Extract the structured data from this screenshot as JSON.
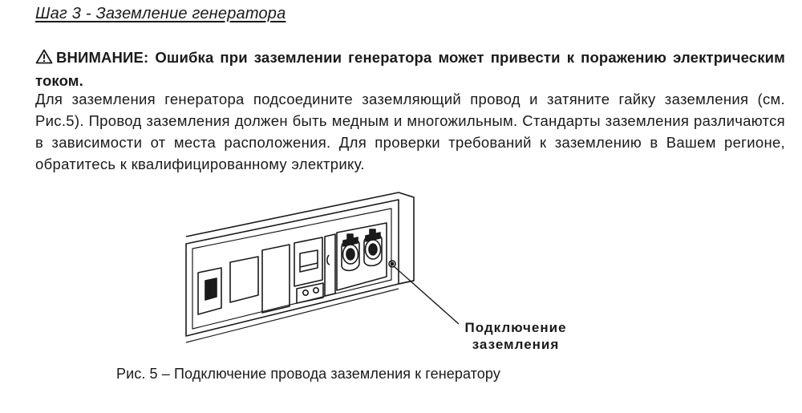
{
  "section": {
    "step_title": "Шаг 3 - Заземление генератора"
  },
  "warning": {
    "icon": "warning-triangle-icon",
    "text": "ВНИМАНИЕ: Ошибка при заземлении генератора может привести к поражению электрическим током."
  },
  "body": {
    "paragraph": "Для заземления генератора подсоедините  заземляющий провод и затяните гайку заземления (см. Рис.5). Провод заземления должен быть медным и многожильным. Стандарты заземления различаются в зависимости от места расположения. Для проверки требований к заземлению в Вашем регионе, обратитесь к квалифицированному электрику."
  },
  "figure": {
    "callout_line1": "Подключение",
    "callout_line2": "заземления",
    "caption": "Рис. 5 – Подключение провода заземления к генератору"
  }
}
